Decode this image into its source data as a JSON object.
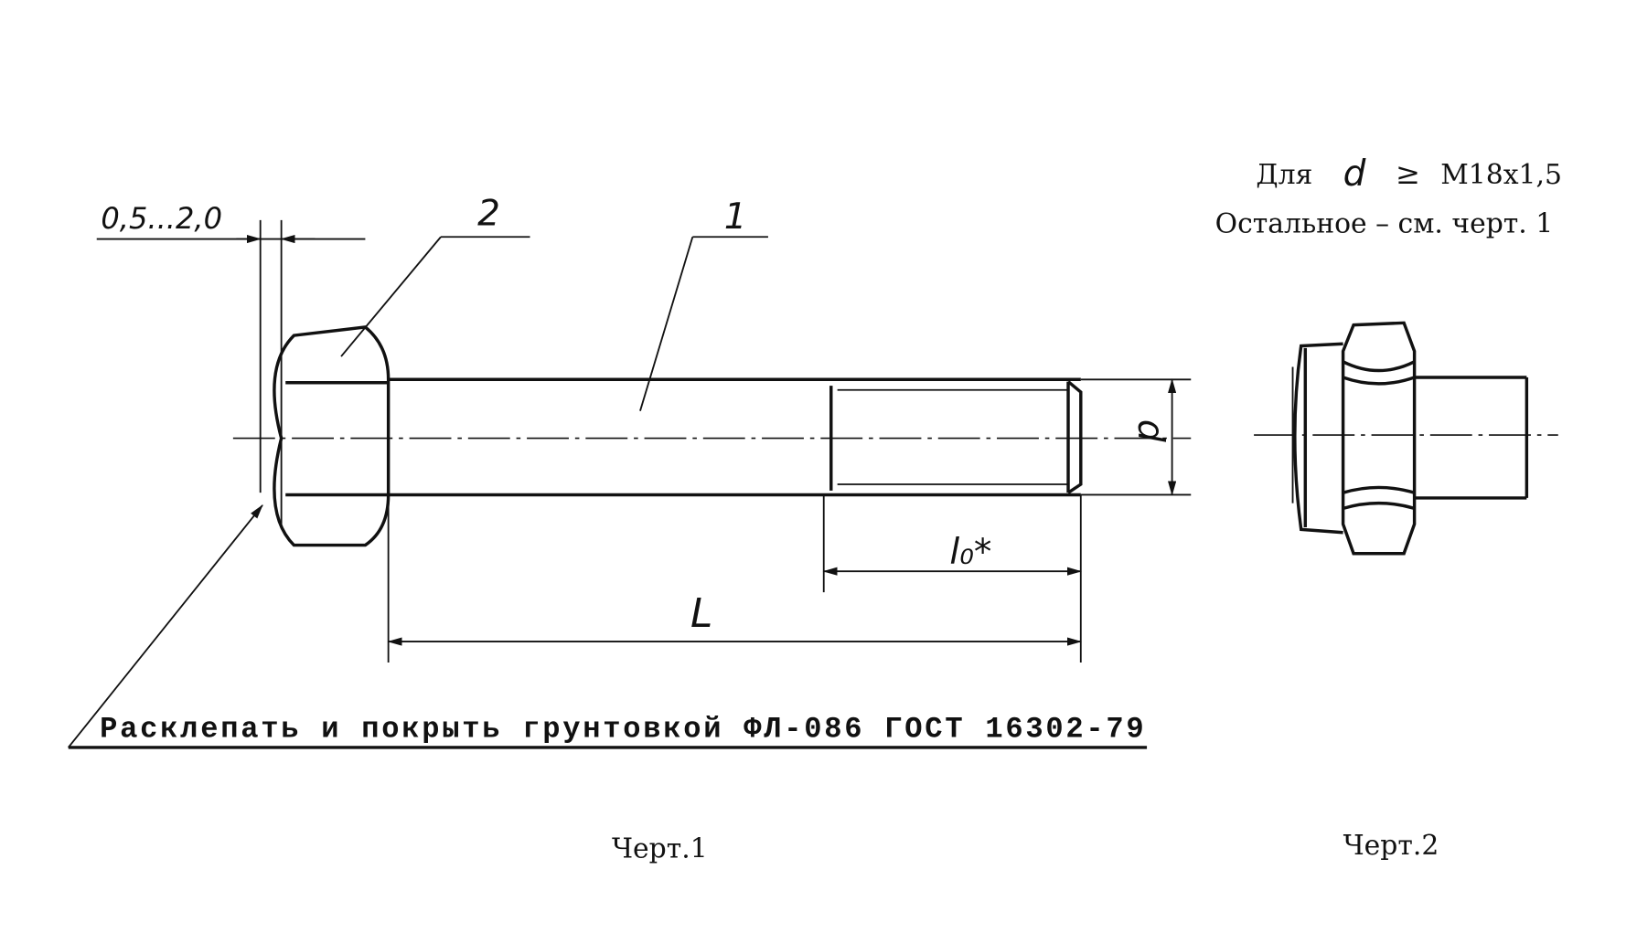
{
  "drawing1": {
    "dim_gap": "0,5...2,0",
    "callout_2": "2",
    "callout_1": "1",
    "dim_d": "d",
    "dim_l0": "l₀*",
    "dim_L": "L",
    "note": "Расклепать и покрыть грунтовкой ФЛ-086 ГОСТ 16302-79",
    "caption": "Черт.1"
  },
  "drawing2": {
    "condition_prefix": "Для",
    "condition_var": "d",
    "condition_op": "≥",
    "condition_value": "M18x1,5",
    "note": "Остальное – см. черт. 1",
    "caption": "Черт.2"
  }
}
